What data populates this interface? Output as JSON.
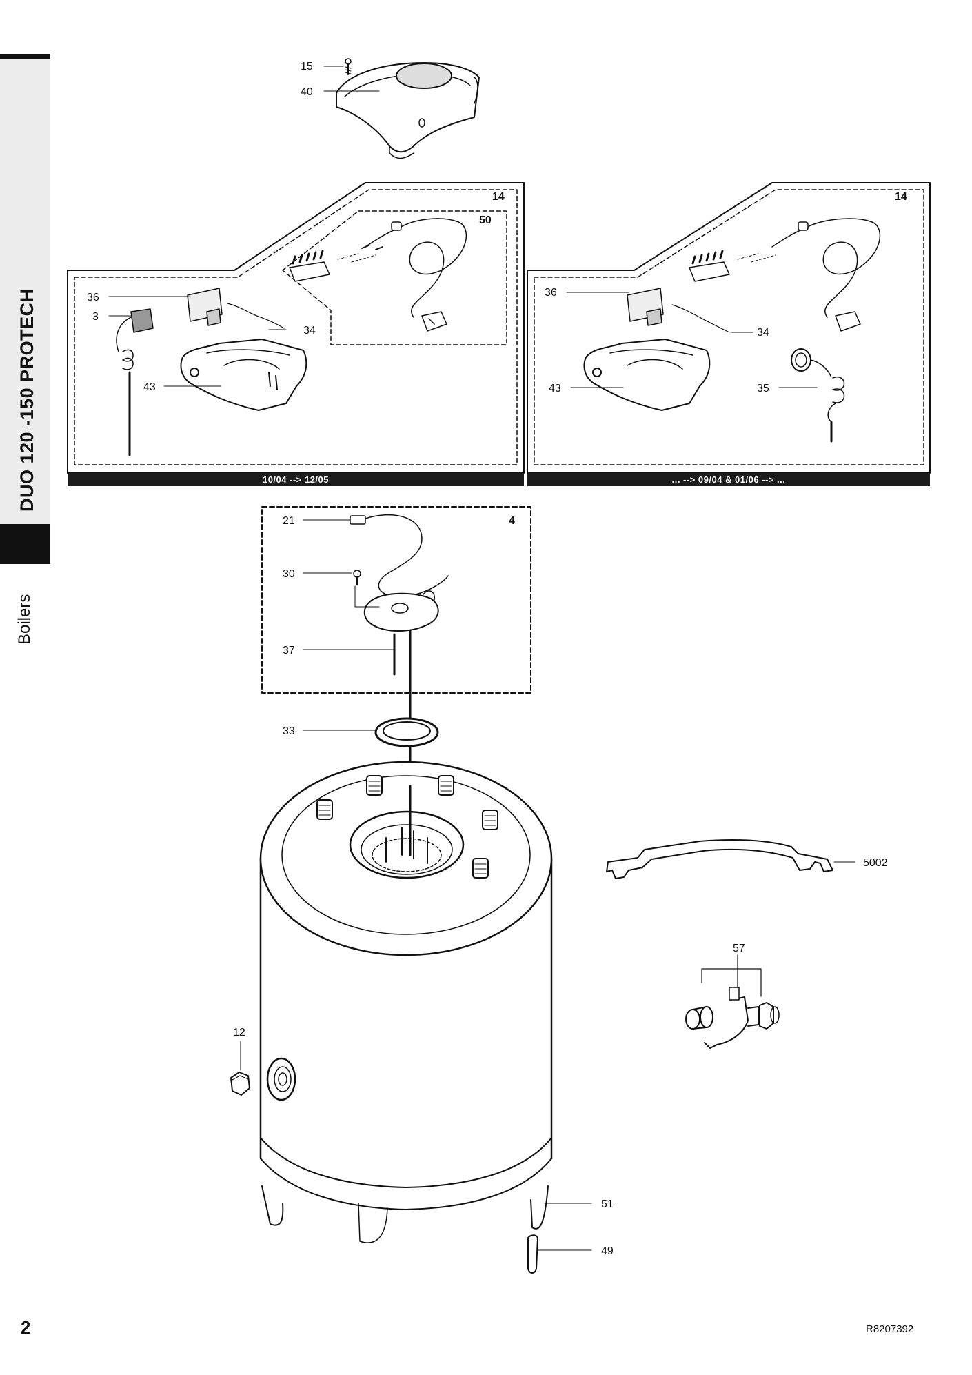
{
  "document": {
    "title": "DUO 120 -150 PROTECH",
    "section": "Boilers",
    "page_number": "2",
    "reference": "R8207392"
  },
  "banners": {
    "left": "10/04 --> 12/05",
    "right": "... --> 09/04 & 01/06 --> ..."
  },
  "callouts": {
    "c15": "15",
    "c40": "40",
    "c14a": "14",
    "c50": "50",
    "c36a": "36",
    "c3": "3",
    "c34a": "34",
    "c43a": "43",
    "c14b": "14",
    "c36b": "36",
    "c34b": "34",
    "c43b": "43",
    "c35": "35",
    "c21": "21",
    "c4": "4",
    "c30": "30",
    "c37": "37",
    "c33": "33",
    "c5002": "5002",
    "c57": "57",
    "c12": "12",
    "c51": "51",
    "c49": "49"
  }
}
